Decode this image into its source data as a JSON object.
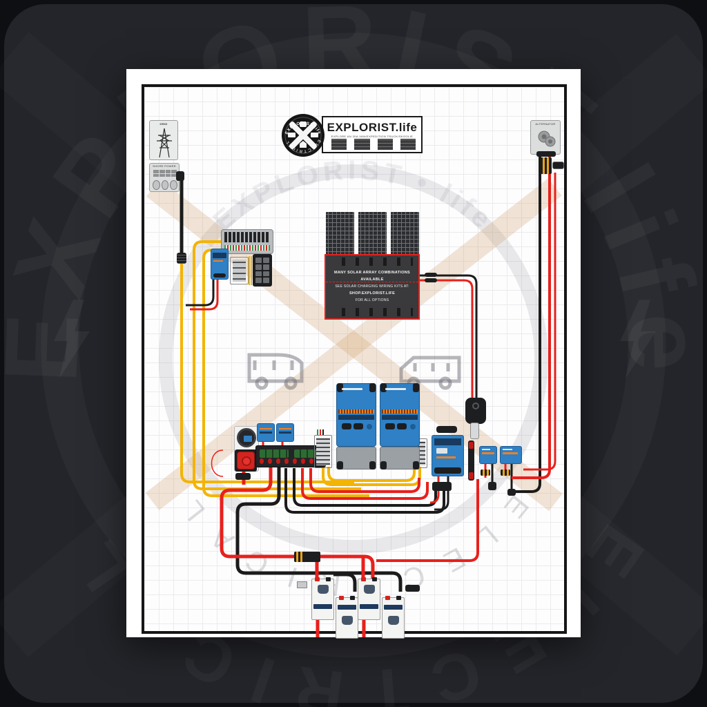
{
  "colors": {
    "background": "#24252a",
    "paper": "#ffffff",
    "victron_blue": "#2f80c4",
    "victron_navy": "#173a5e",
    "victron_orange": "#f4801f",
    "wire_red": "#e8201c",
    "wire_black": "#1b1b1b",
    "wire_yellow": "#f3b402",
    "battery_stripe": "#1e3a5f"
  },
  "background_watermark": {
    "arc_top": "EXPLORIST.life",
    "arc_bottom": "ELECTRICAL"
  },
  "page_watermark": {
    "arc_top": "EXPLORIST • life",
    "arc_bottom": "E L E C T R I C A L"
  },
  "title_block": {
    "brand": "EXPLORIST.life",
    "subtitle": "EXPLORE AN 30A VAN/EXPEDITION TRUCK/SKOOLIE",
    "logo_arc_top": "EXPLORIST.life",
    "logo_arc_bottom": "ELECTRICAL"
  },
  "labels": {
    "grid": "GRID",
    "shore_power": "SHORE POWER",
    "alternator": "ALTERNATOR"
  },
  "solar_note": {
    "line1": "MANY SOLAR ARRAY COMBINATIONS AVAILABLE",
    "line2": "SEE SOLAR CHARGING WIRING KITS AT:",
    "line3": "SHOP.EXPLORIST.LIFE",
    "line4": "FOR ALL OPTIONS"
  }
}
